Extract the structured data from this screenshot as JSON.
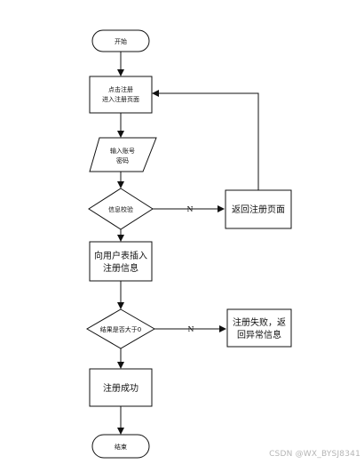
{
  "nodes": {
    "start": "开始",
    "click_register": [
      "点击注册",
      "进入注册页面"
    ],
    "input_account": [
      "输入账号",
      "密码"
    ],
    "check_info": "信息校验",
    "back_register": "返回注册页面",
    "insert_user": [
      "向用户表插入",
      "注册信息"
    ],
    "result_check": "结果是否大于0",
    "fail": [
      "注册失败，返",
      "回异常信息"
    ],
    "success": "注册成功",
    "end": "结束"
  },
  "edges": {
    "no_label_1": "N",
    "no_label_2": "N"
  },
  "watermark": "CSDN @WX_BYSJ8341"
}
